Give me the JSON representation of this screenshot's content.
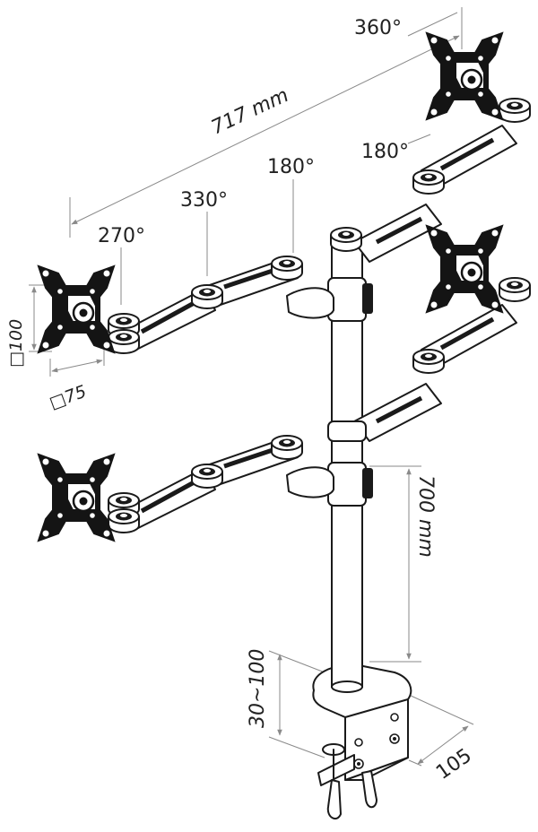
{
  "labels": {
    "width_total": "717 mm",
    "rot_top_right": "360°",
    "rot_upper_mid_right": "180°",
    "rot_left_elbow": "180°",
    "rot_left_mid": "330°",
    "rot_left_tilt": "270°",
    "vesa_100": "□100",
    "vesa_75": "□75",
    "pole_height": "700 mm",
    "clamp_range": "30~100",
    "clamp_depth": "105"
  }
}
